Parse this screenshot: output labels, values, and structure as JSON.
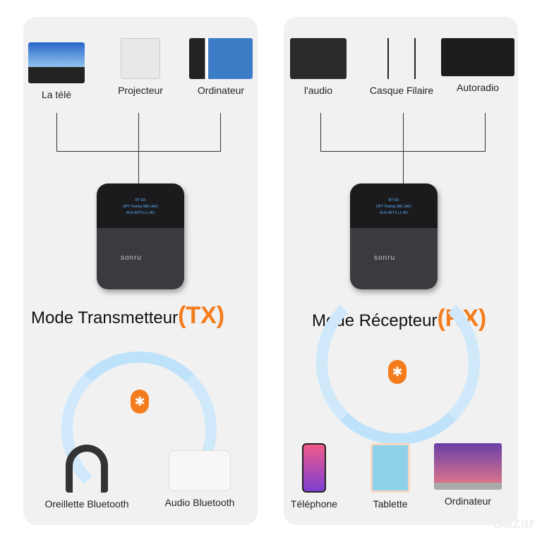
{
  "tx": {
    "sources": [
      "La télé",
      "Projecteur",
      "Ordinateur"
    ],
    "mode": "Mode Transmetteur",
    "code": "(TX)",
    "outputs": [
      "Oreillette Bluetooth",
      "Audio Bluetooth"
    ]
  },
  "rx": {
    "sources": [
      "l'audio",
      "Casque Filaire",
      "Autoradio"
    ],
    "mode": "Mode Récepteur",
    "code": "(RX)",
    "outputs": [
      "Téléphone",
      "Tablette",
      "Ordinateur"
    ]
  },
  "device": {
    "brand": "sonru",
    "screen": [
      "BT RX",
      "OPT Pairing SBC AAC",
      "AUX APTX LL HD"
    ]
  },
  "watermark": "Bazar",
  "colors": {
    "accent": "#f47c1c",
    "bluetooth_wave": "#bfe2fb"
  }
}
